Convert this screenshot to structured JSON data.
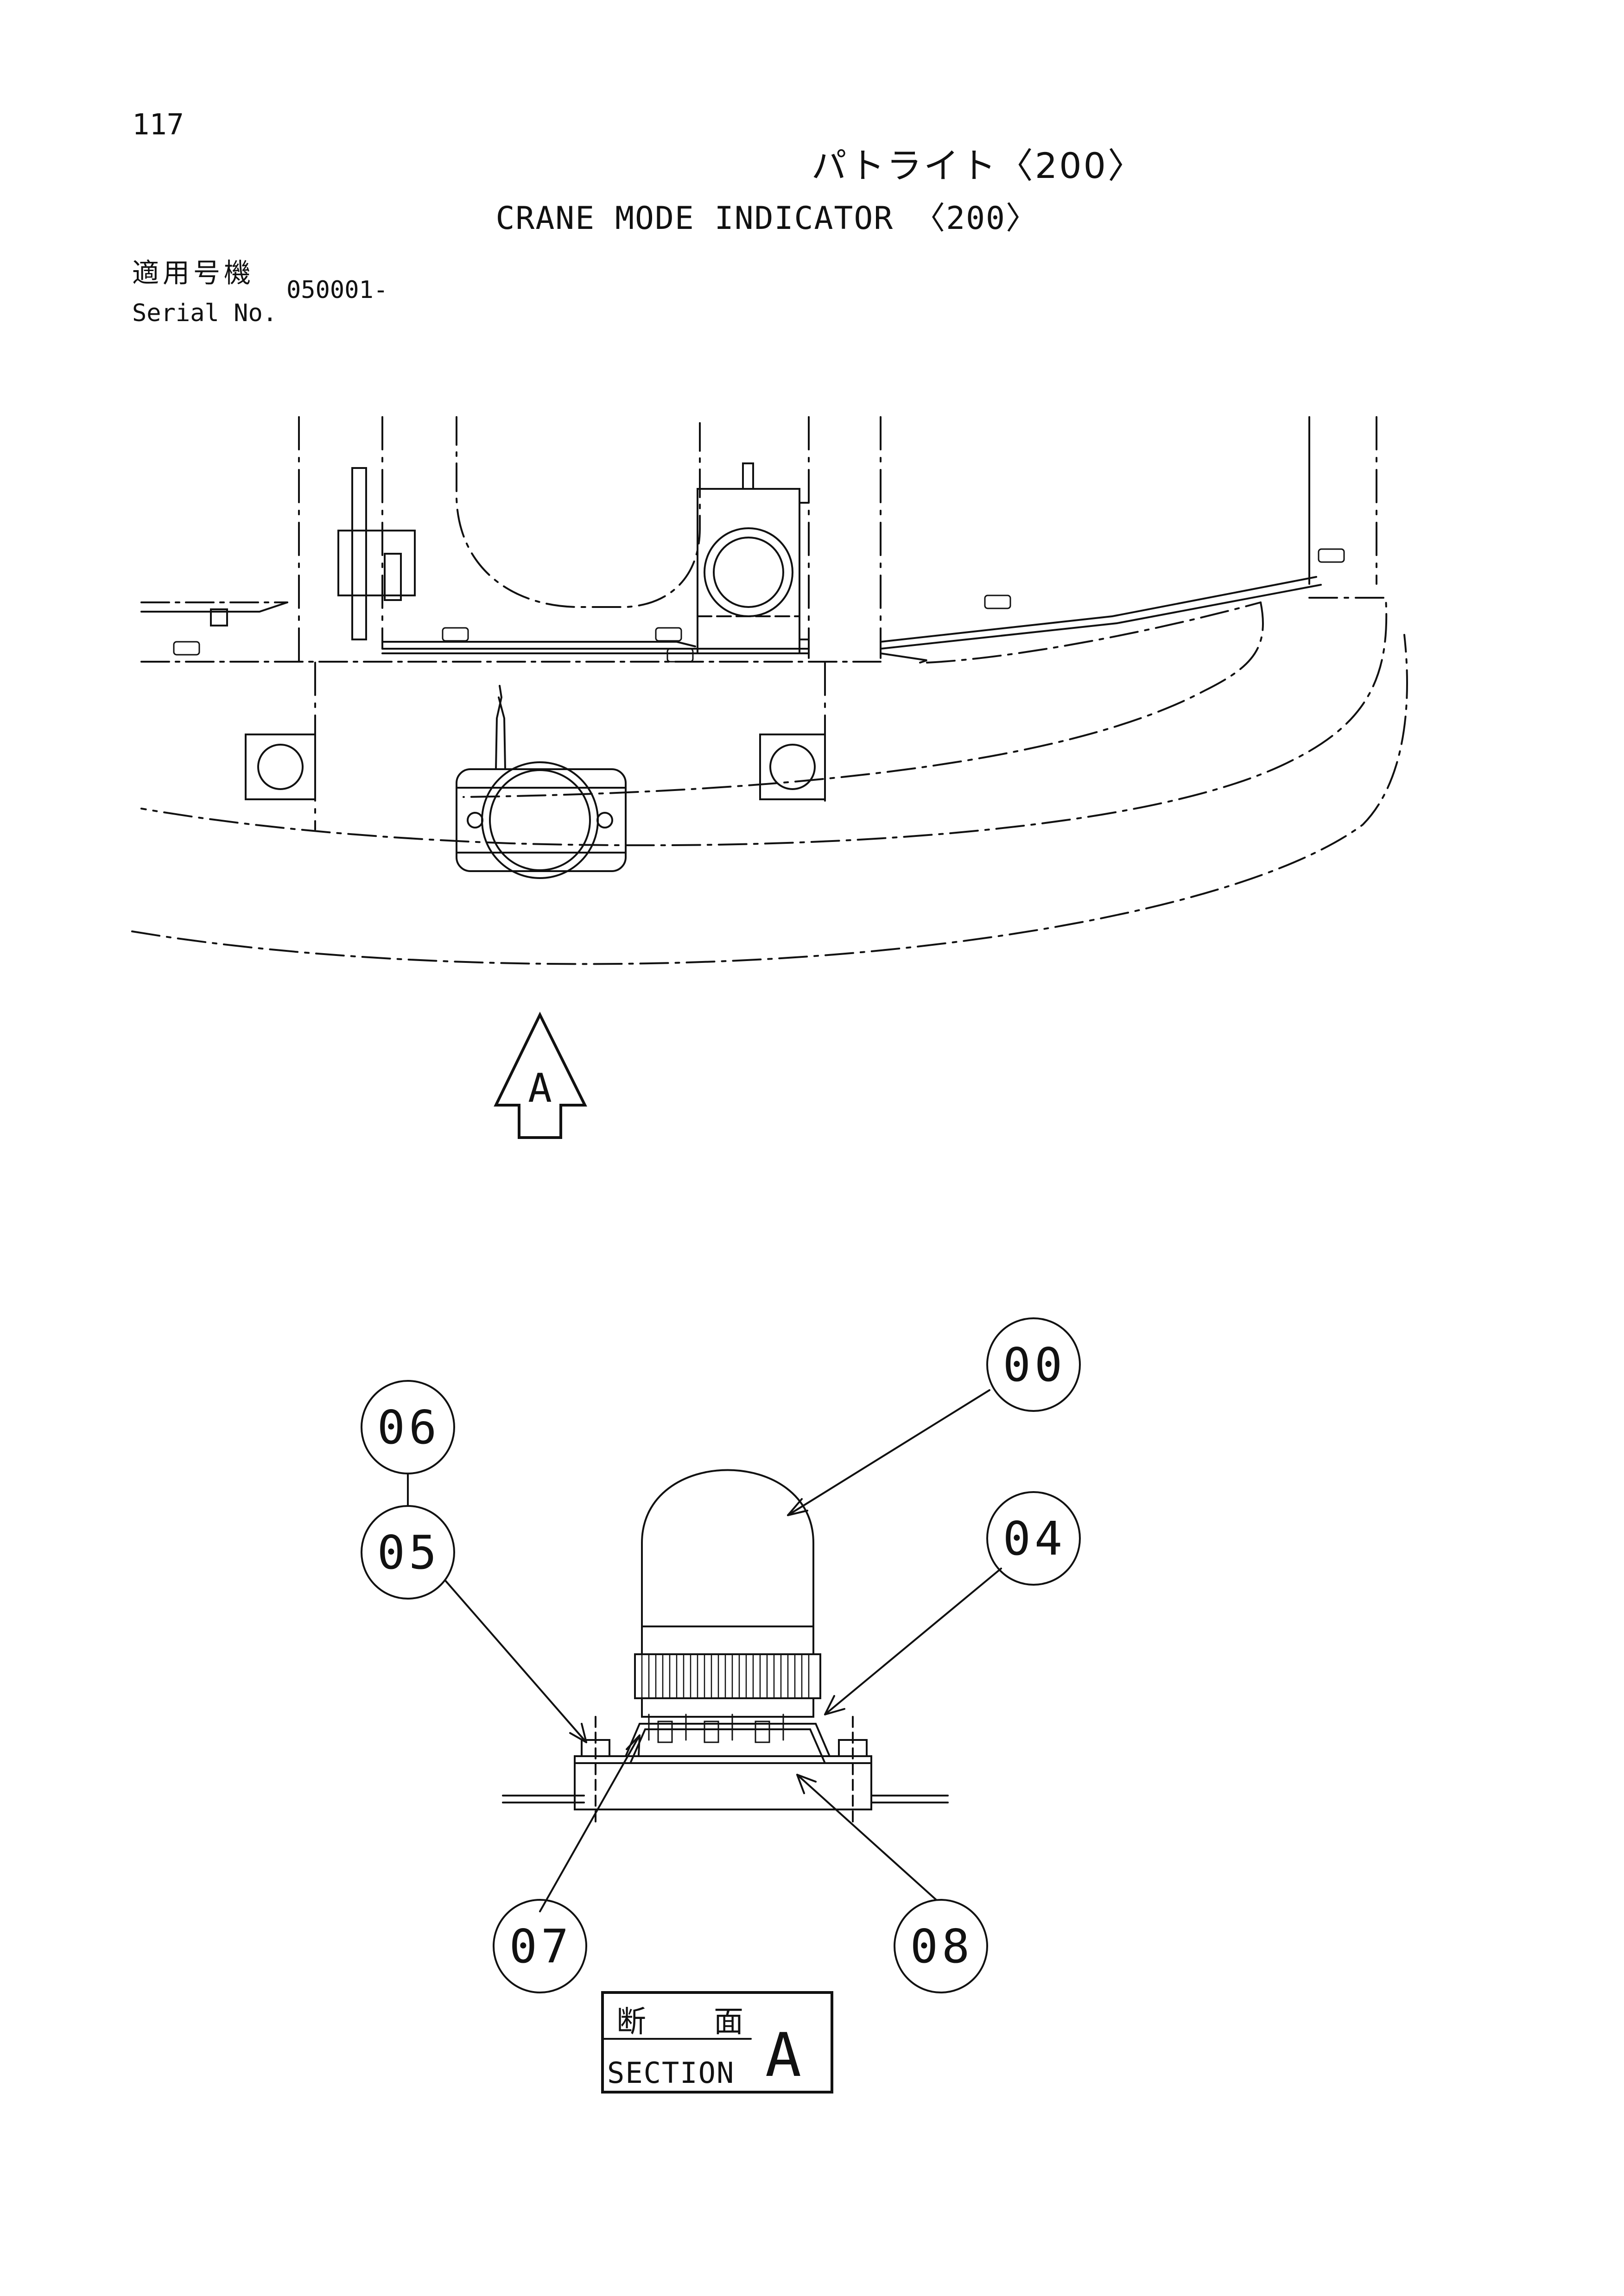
{
  "header": {
    "page_number": "117",
    "title_ja": "パトライト〈200〉",
    "title_en": "CRANE MODE INDICATOR 〈200〉",
    "serial_label_ja": "適用号機",
    "serial_label_en": "Serial No.",
    "serial_value": "050001-"
  },
  "view_marker": {
    "label": "A"
  },
  "callouts": {
    "c00": "00",
    "c04": "04",
    "c05": "05",
    "c06": "06",
    "c07": "07",
    "c08": "08"
  },
  "section_box": {
    "label_ja_1": "断",
    "label_ja_2": "面",
    "label_en": "SECTION",
    "letter": "A"
  }
}
